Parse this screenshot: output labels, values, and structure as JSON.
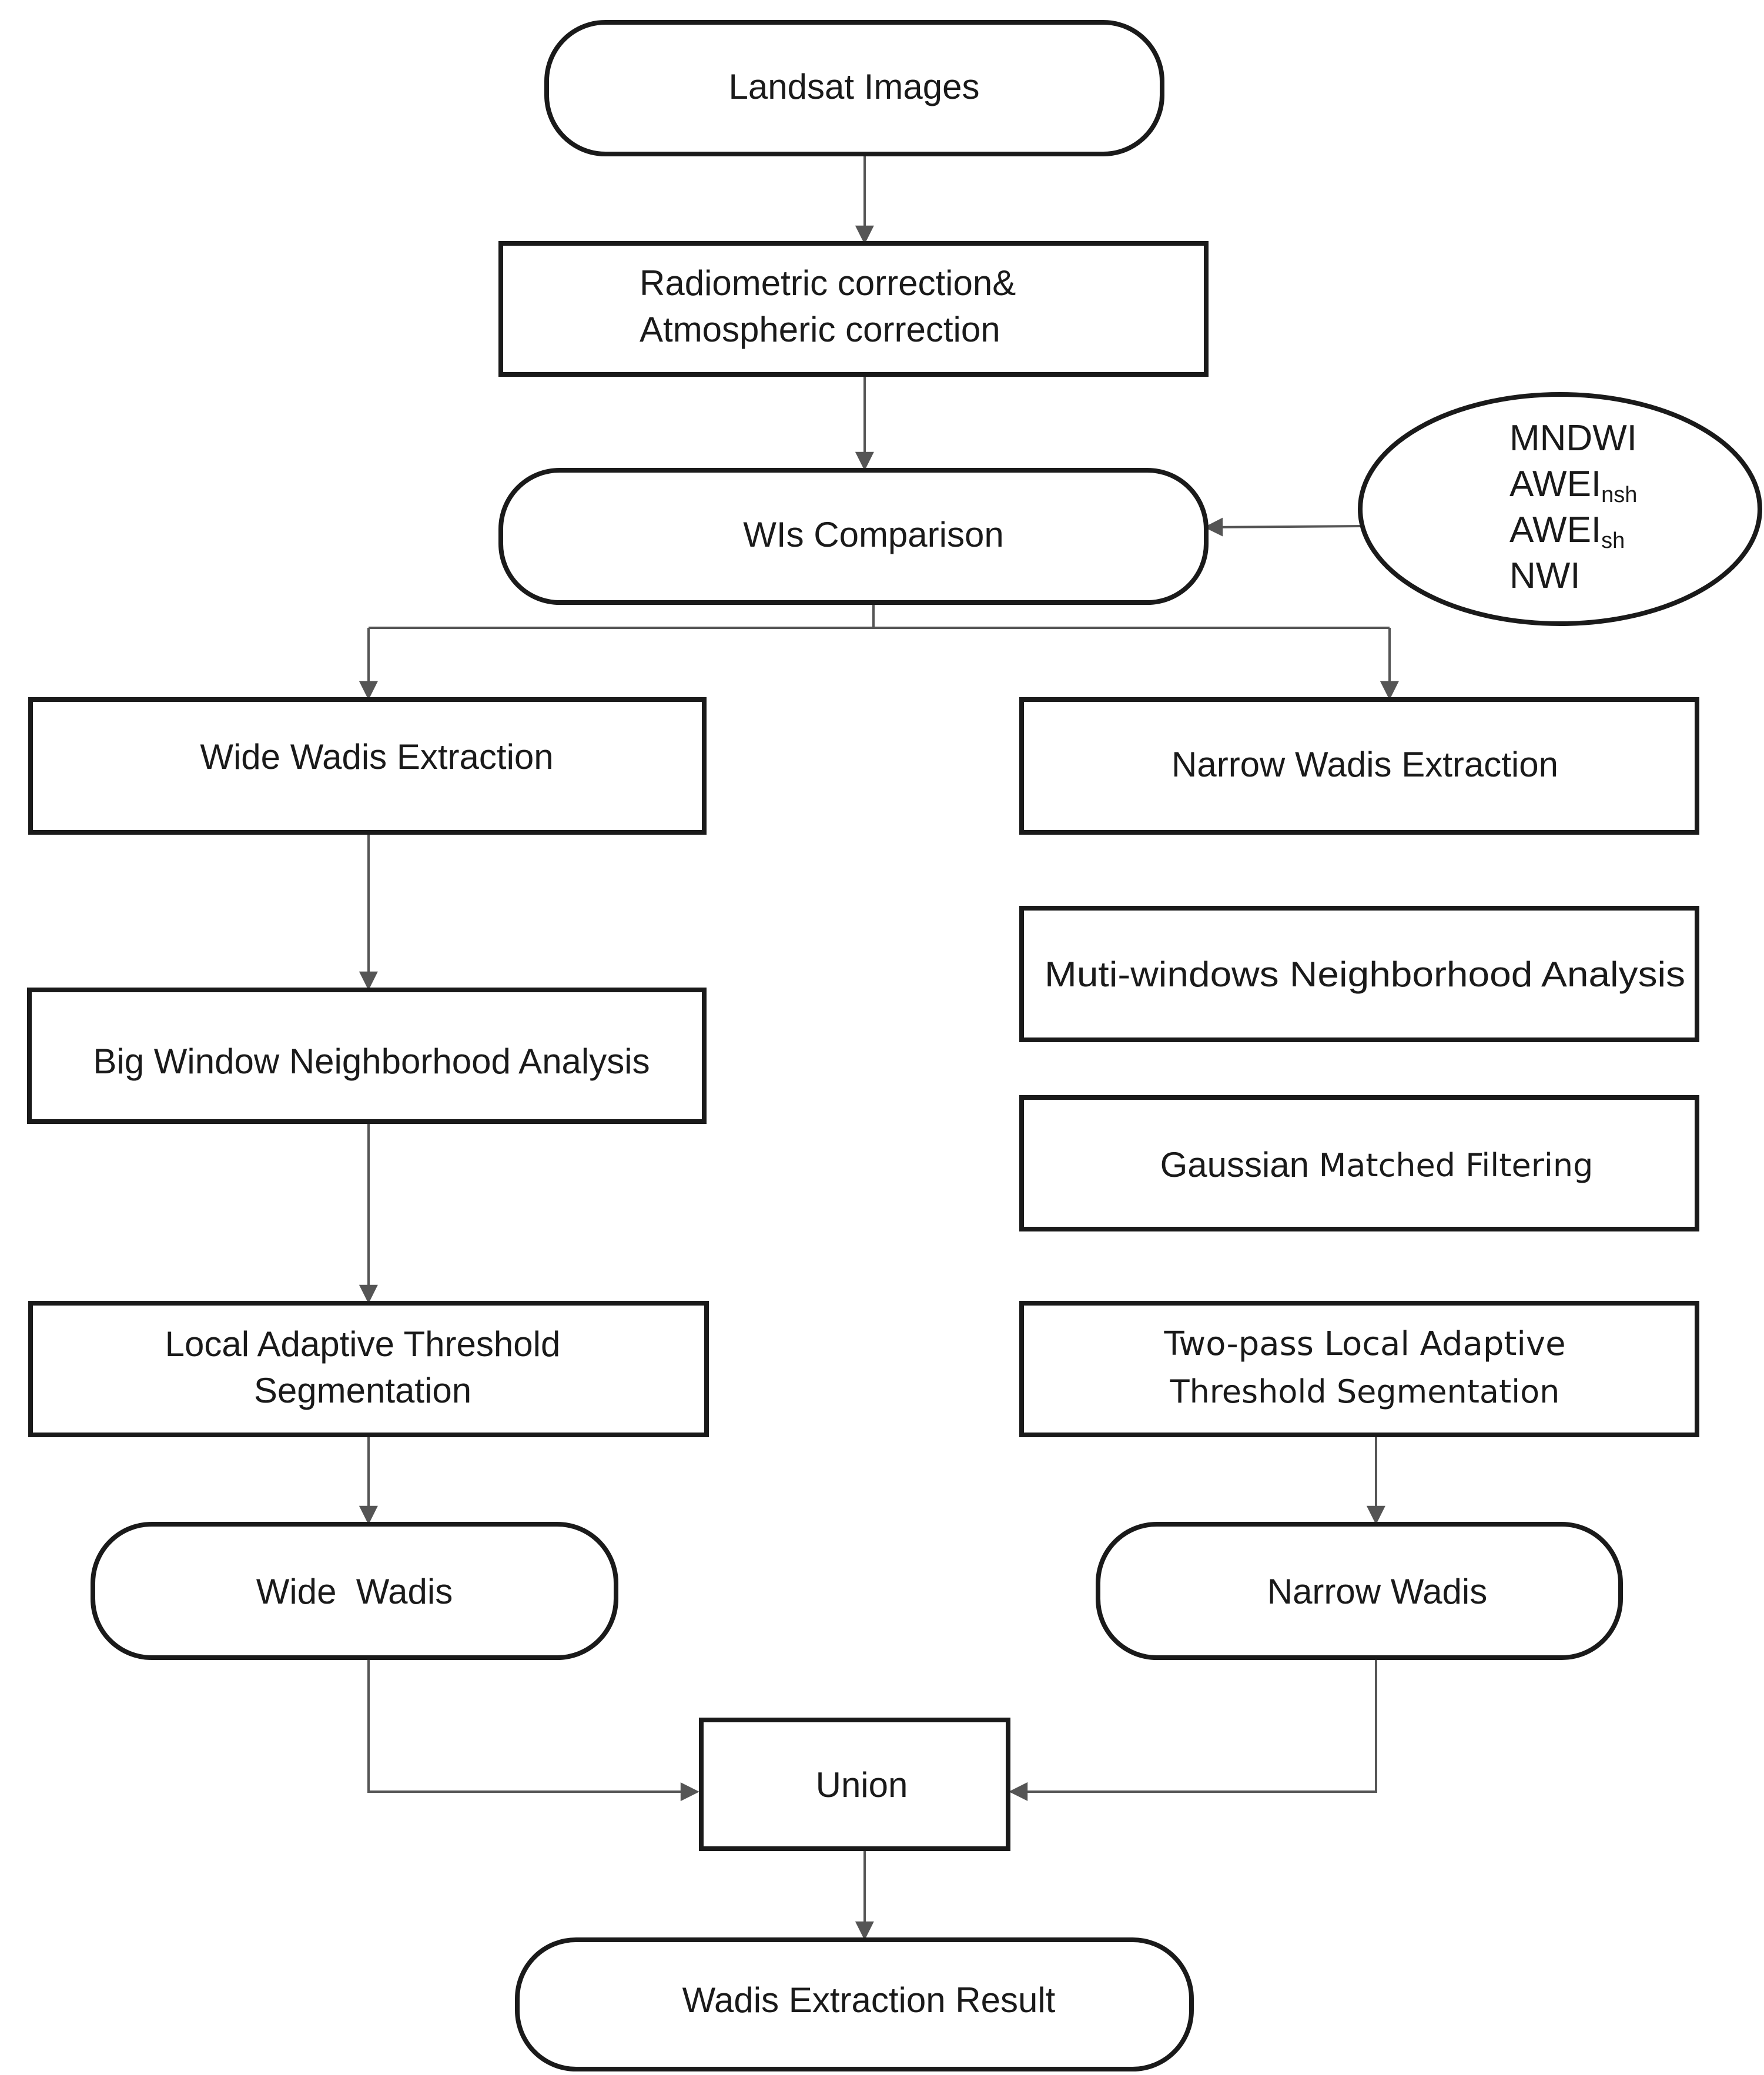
{
  "nodes": {
    "landsat_images": "Landsat Images",
    "correction_line1": "Radiometric correction&",
    "correction_line2": "Atmospheric correction",
    "wis_comparison": "WIs Comparison",
    "wide_extraction": "Wide Wadis Extraction",
    "narrow_extraction": "Narrow Wadis Extraction",
    "big_window": "Big Window Neighborhood Analysis",
    "multi_windows": "Muti-windows Neighborhood Analysis",
    "gaussian_word": "Gaussian",
    "gaussian_rest": "Matched Filtering",
    "local_threshold_line1": "Local Adaptive Threshold",
    "local_threshold_line2": "Segmentation",
    "two_pass_line1": "Two-pass Local  Adaptive",
    "two_pass_line2": "Threshold Segmentation",
    "wide_wadis": "Wide  Wadis",
    "narrow_wadis": "Narrow Wadis",
    "union": "Union",
    "result": "Wadis Extraction Result"
  },
  "water_indices": [
    {
      "base": "MNDWI",
      "sub": ""
    },
    {
      "base": "AWEI",
      "sub": "nsh"
    },
    {
      "base": "AWEI",
      "sub": "sh"
    },
    {
      "base": "NWI",
      "sub": ""
    }
  ],
  "colors": {
    "box_stroke": "#1a1a1a",
    "connector": "#555555",
    "background": "#ffffff"
  }
}
